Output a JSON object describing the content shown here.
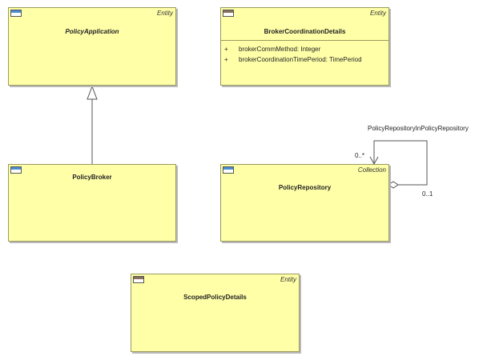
{
  "nodes": {
    "policy_application": {
      "name": "PolicyApplication",
      "stereotype": "Entity"
    },
    "broker_coordination_details": {
      "name": "BrokerCoordinationDetails",
      "stereotype": "Entity",
      "attributes": [
        {
          "visibility": "+",
          "text": "brokerCommMethod: Integer"
        },
        {
          "visibility": "+",
          "text": "brokerCoordinationTimePeriod: TimePeriod"
        }
      ]
    },
    "policy_broker": {
      "name": "PolicyBroker"
    },
    "policy_repository": {
      "name": "PolicyRepository",
      "stereotype": "Collection"
    },
    "scoped_policy_details": {
      "name": "ScopedPolicyDetails",
      "stereotype": "Entity"
    }
  },
  "associations": {
    "self_aggregation": {
      "name": "PolicyRepositoryInPolicyRepository",
      "source_multiplicity": "0..*",
      "target_multiplicity": "0..1"
    }
  }
}
